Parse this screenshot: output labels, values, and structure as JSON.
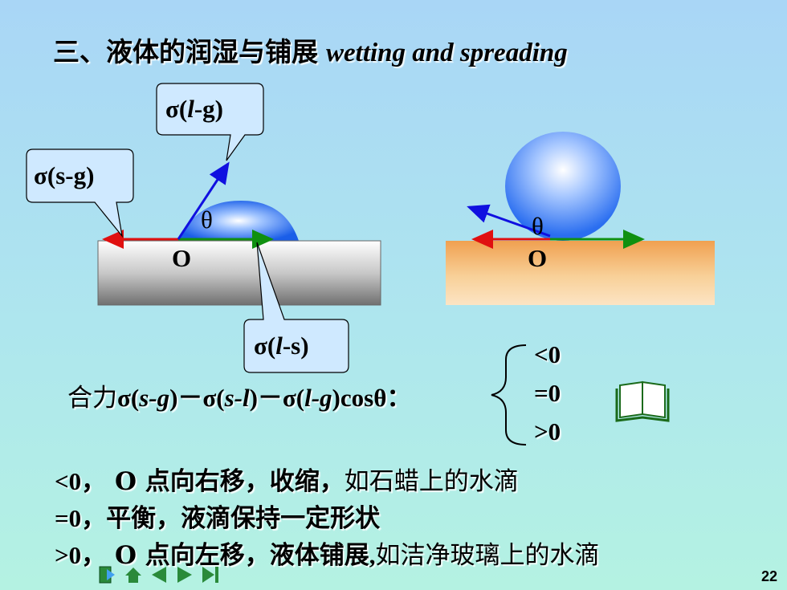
{
  "title": {
    "zh": "三、液体的润湿与铺展",
    "en": "wetting and spreading"
  },
  "labels": {
    "theta": "θ",
    "origin": "O",
    "sigma": "σ",
    "lg_inner": "l",
    "lg_rest": "-g)",
    "sg": "(s-g)",
    "ls_inner": "l",
    "ls_rest": "-s)"
  },
  "formula": {
    "prefix": "合力",
    "expr1": "σ(",
    "expr1_it": "s-g",
    "expr2": ")－σ(",
    "expr2_it": "s-l",
    "expr3": ")－σ(",
    "expr3_it": "l-g",
    "expr4": ")cosθ：",
    "cases": [
      "<0",
      "=0",
      ">0"
    ]
  },
  "lines": [
    {
      "num": "<0",
      "bold": "， O 点向右移，收缩，",
      "plain": "如石蜡上的水滴"
    },
    {
      "num": "=0",
      "bold": "，平衡，液滴保持一定形状",
      "plain": ""
    },
    {
      "num": ">0",
      "bold": "， O 点向左移，液体铺展",
      "num2": ",",
      "plain": "如洁净玻璃上的水滴"
    }
  ],
  "page_number": "22",
  "colors": {
    "red_arrow": "#e01010",
    "green_arrow": "#109010",
    "blue_arrow": "#1010e0"
  }
}
